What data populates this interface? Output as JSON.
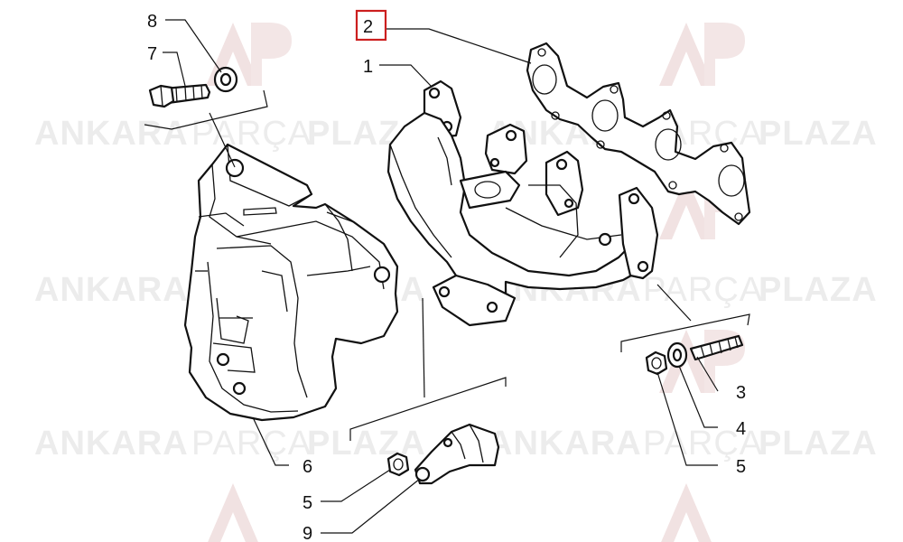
{
  "watermark": {
    "word1": "ANKARA",
    "word2": "PARÇA",
    "word3": "PLAZA",
    "logo": "AP"
  },
  "callouts": [
    {
      "id": "c8",
      "label": "8"
    },
    {
      "id": "c7",
      "label": "7"
    },
    {
      "id": "c2",
      "label": "2",
      "highlighted": true
    },
    {
      "id": "c1",
      "label": "1"
    },
    {
      "id": "c3",
      "label": "3"
    },
    {
      "id": "c4",
      "label": "4"
    },
    {
      "id": "c5a",
      "label": "5"
    },
    {
      "id": "c6",
      "label": "6"
    },
    {
      "id": "c5b",
      "label": "5"
    },
    {
      "id": "c9",
      "label": "9"
    }
  ],
  "colors": {
    "highlight": "#cc1f1f",
    "watermark": "#ececec",
    "line": "#111111"
  }
}
